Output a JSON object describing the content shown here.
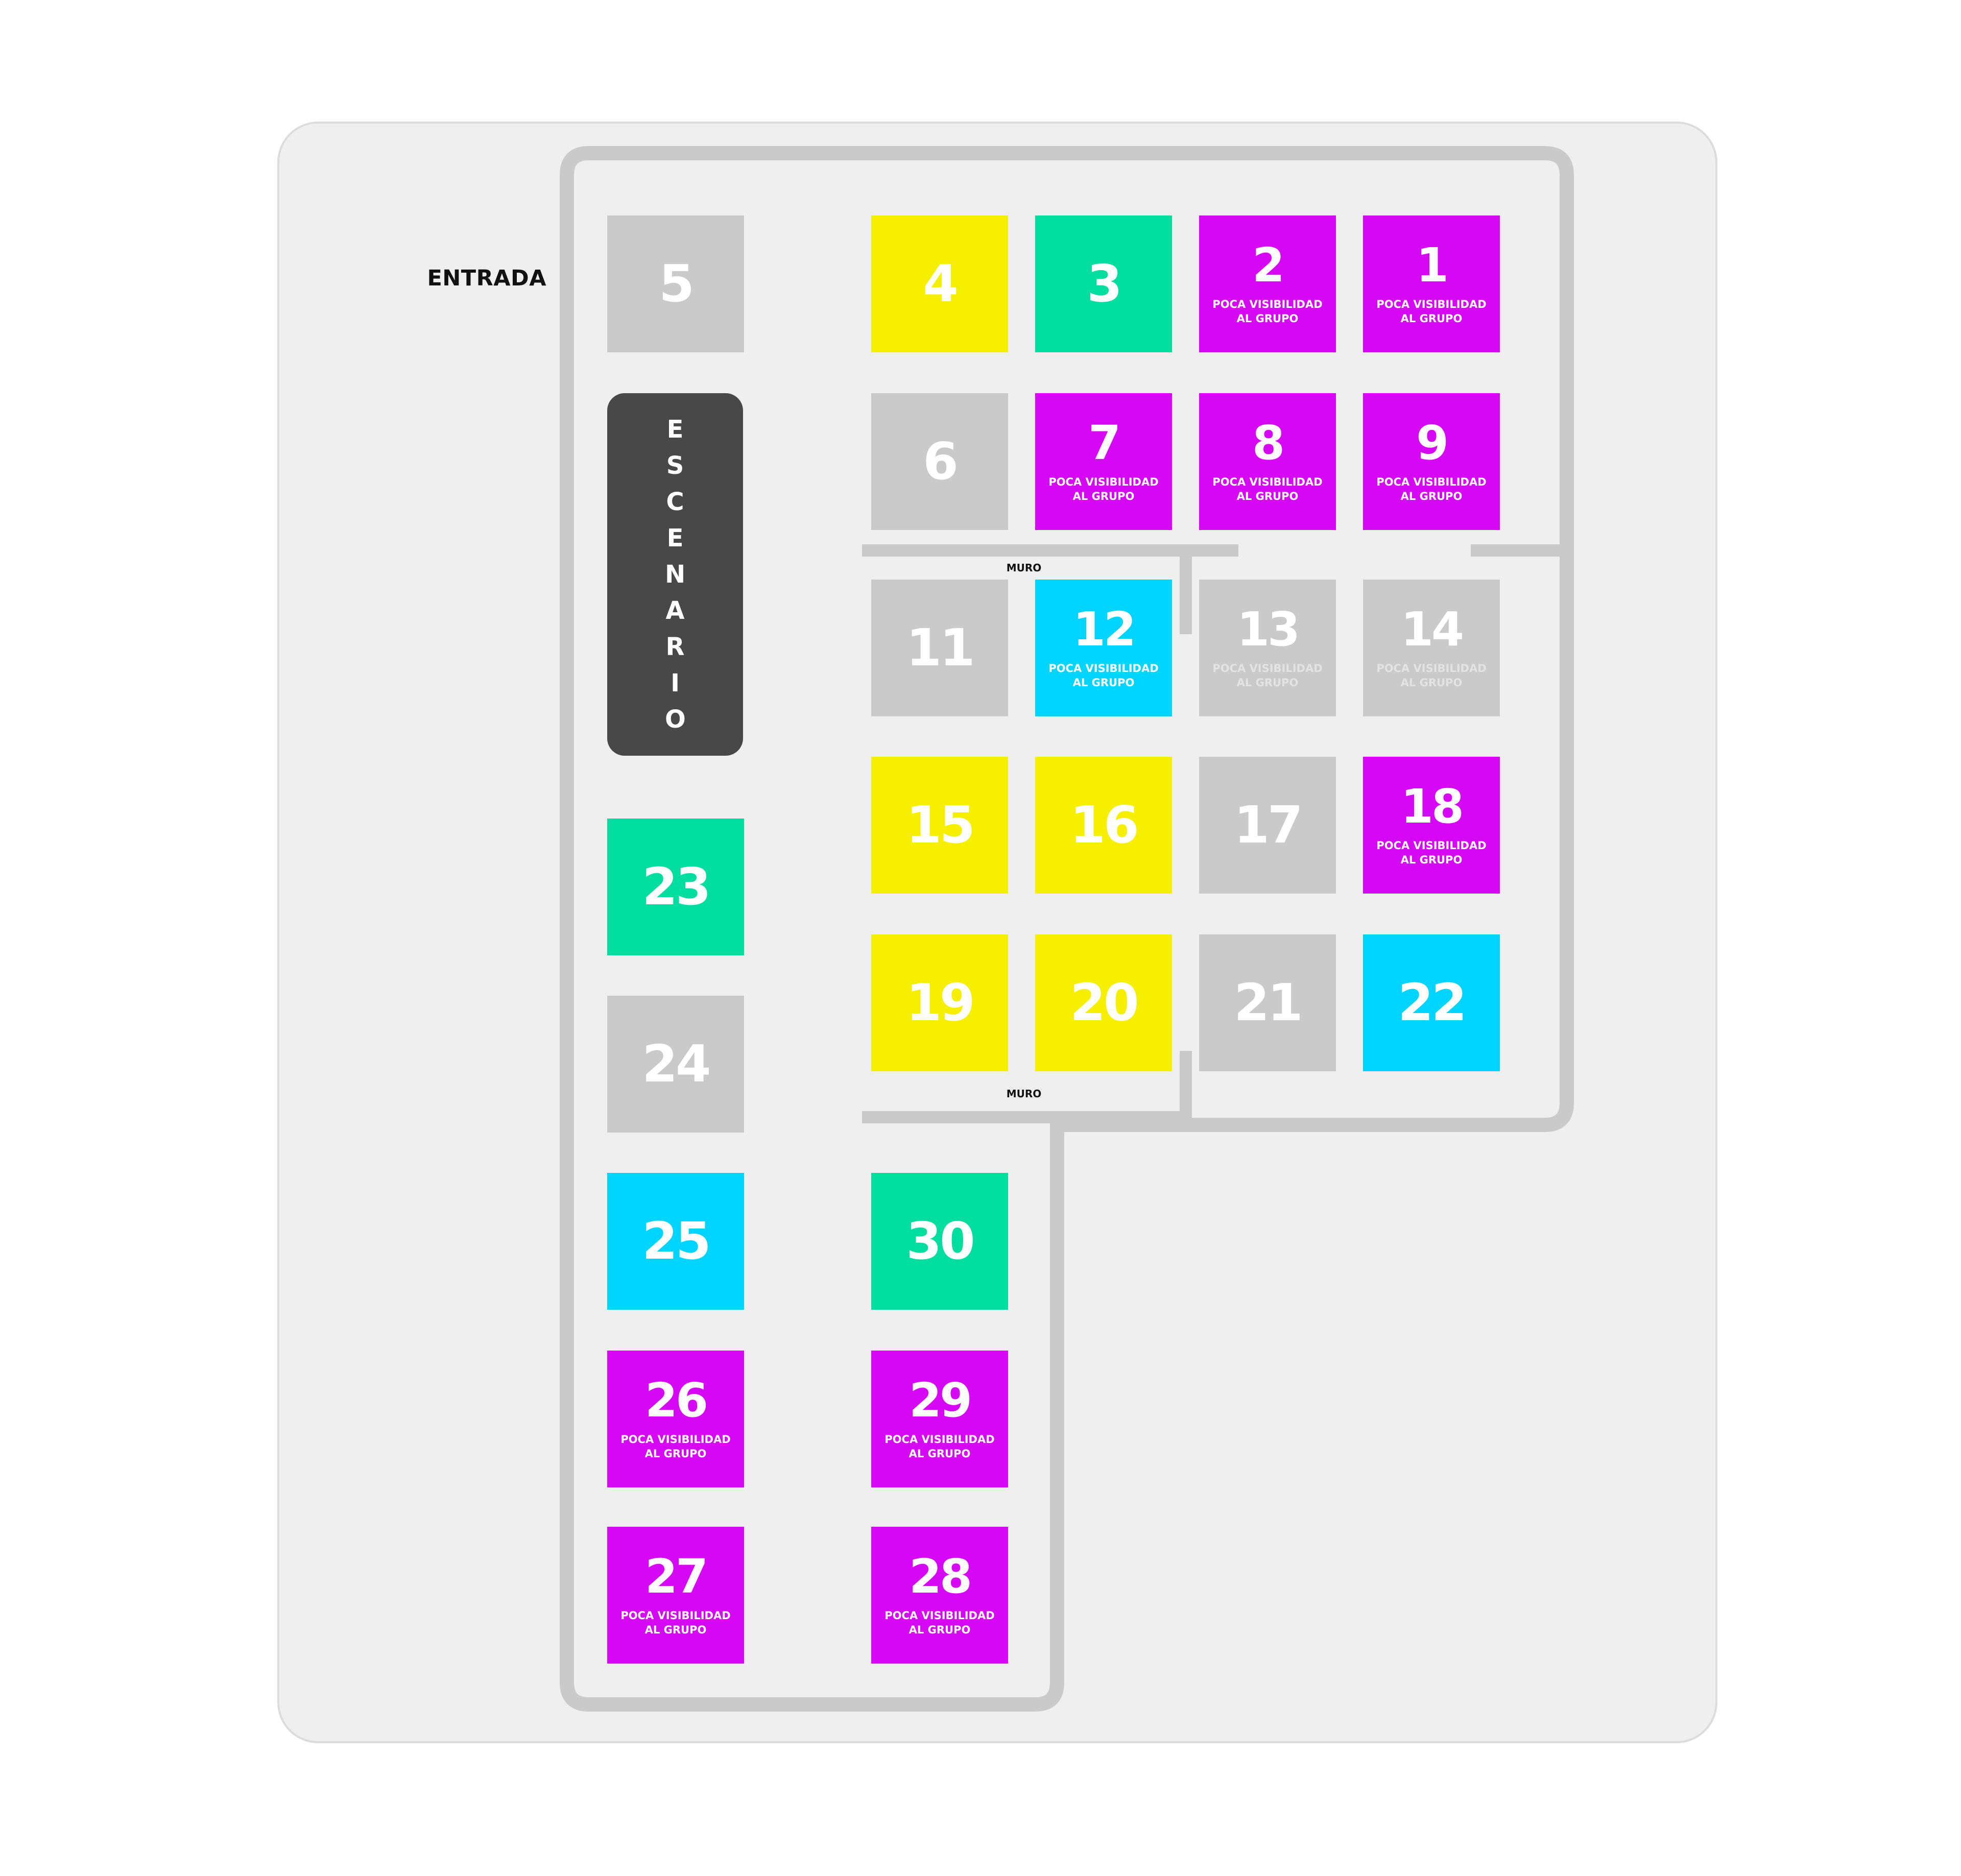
{
  "map": {
    "entrance_label": "ENTRADA",
    "stage_label": "ESCENARIO",
    "wall_label": "MURO",
    "colors": {
      "background": "#efefef",
      "wall": "#cacaca",
      "stage": "#484848",
      "yellow": "#f7ef00",
      "green": "#00dd9f",
      "magenta": "#d607f4",
      "cyan": "#00d4ff",
      "gray": "#cacaca"
    },
    "tables": [
      {
        "num": "1",
        "color": "magenta",
        "note": "POCA VISIBILIDAD AL GRUPO"
      },
      {
        "num": "2",
        "color": "magenta",
        "note": "POCA VISIBILIDAD AL GRUPO"
      },
      {
        "num": "3",
        "color": "green",
        "note": ""
      },
      {
        "num": "4",
        "color": "yellow",
        "note": ""
      },
      {
        "num": "5",
        "color": "gray",
        "note": ""
      },
      {
        "num": "6",
        "color": "gray",
        "note": ""
      },
      {
        "num": "7",
        "color": "magenta",
        "note": "POCA VISIBILIDAD AL GRUPO"
      },
      {
        "num": "8",
        "color": "magenta",
        "note": "POCA VISIBILIDAD AL GRUPO"
      },
      {
        "num": "9",
        "color": "magenta",
        "note": "POCA VISIBILIDAD AL GRUPO"
      },
      {
        "num": "11",
        "color": "gray",
        "note": ""
      },
      {
        "num": "12",
        "color": "cyan",
        "note": "POCA VISIBILIDAD AL GRUPO"
      },
      {
        "num": "13",
        "color": "gray",
        "note": "POCA VISIBILIDAD AL GRUPO"
      },
      {
        "num": "14",
        "color": "gray",
        "note": "POCA VISIBILIDAD AL GRUPO"
      },
      {
        "num": "15",
        "color": "yellow",
        "note": ""
      },
      {
        "num": "16",
        "color": "yellow",
        "note": ""
      },
      {
        "num": "17",
        "color": "gray",
        "note": ""
      },
      {
        "num": "18",
        "color": "magenta",
        "note": "POCA VISIBILIDAD AL GRUPO"
      },
      {
        "num": "19",
        "color": "yellow",
        "note": ""
      },
      {
        "num": "20",
        "color": "yellow",
        "note": ""
      },
      {
        "num": "21",
        "color": "gray",
        "note": ""
      },
      {
        "num": "22",
        "color": "cyan",
        "note": ""
      },
      {
        "num": "23",
        "color": "green",
        "note": ""
      },
      {
        "num": "24",
        "color": "gray",
        "note": ""
      },
      {
        "num": "25",
        "color": "cyan",
        "note": ""
      },
      {
        "num": "26",
        "color": "magenta",
        "note": "POCA VISIBILIDAD AL GRUPO"
      },
      {
        "num": "27",
        "color": "magenta",
        "note": "POCA VISIBILIDAD AL GRUPO"
      },
      {
        "num": "28",
        "color": "magenta",
        "note": "POCA VISIBILIDAD AL GRUPO"
      },
      {
        "num": "29",
        "color": "magenta",
        "note": "POCA VISIBILIDAD AL GRUPO"
      },
      {
        "num": "30",
        "color": "green",
        "note": ""
      }
    ]
  }
}
